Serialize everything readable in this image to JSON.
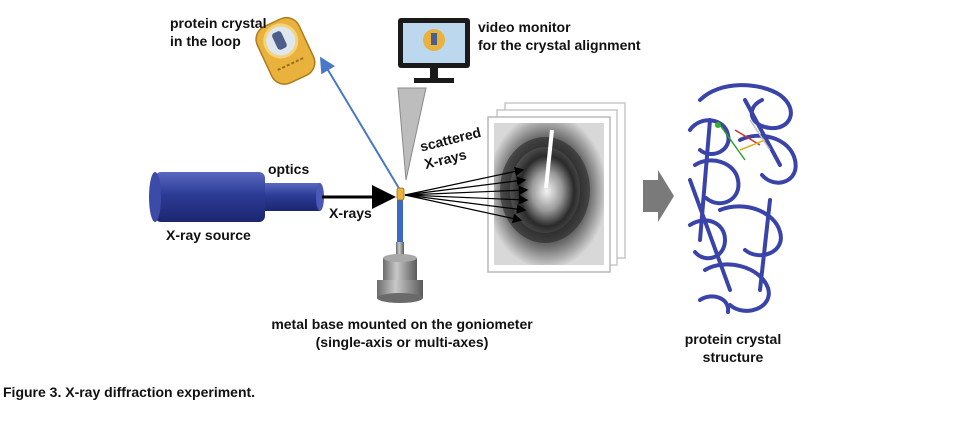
{
  "labels": {
    "loop_crystal": "protein crystal\nin the loop",
    "monitor": "video monitor\nfor the crystal alignment",
    "optics": "optics",
    "scattered": "scattered\nX-rays",
    "xray_source": "X-ray source",
    "xrays": "X-rays",
    "goniometer": "metal base mounted on the goniometer\n(single-axis or multi-axes)",
    "structure": "protein crystal\nstructure"
  },
  "caption": "Figure 3. X-ray diffraction experiment.",
  "colors": {
    "source_blue": "#2f3f96",
    "beam_blue": "#4a78c8",
    "loop_yellow": "#e8b23c",
    "monitor_screen": "#bcd8ee",
    "protein_blue": "#3a44a8",
    "arrow_gray": "#7a7a7a"
  }
}
